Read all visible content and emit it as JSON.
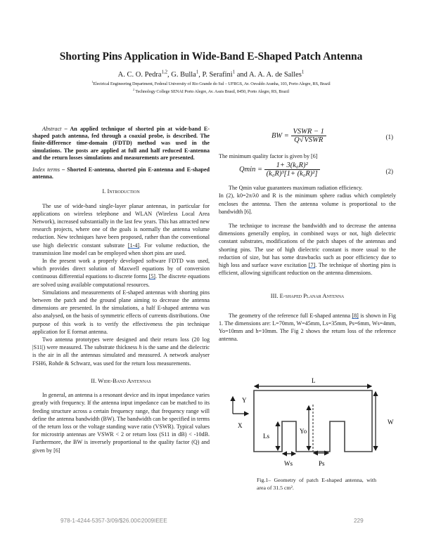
{
  "header": {
    "title": "Shorting Pins Application in Wide-Band E-Shaped Patch Antenna",
    "authors": [
      {
        "name": "A. C. O. Pedra",
        "sup": "1,2"
      },
      {
        "name": "G. Bulla",
        "sup": "1"
      },
      {
        "name": "P. Serafini",
        "sup": "1"
      },
      {
        "name": "A. A. A. de Salles",
        "sup": "1"
      }
    ],
    "authors_sep1": ", ",
    "authors_sep2": ", ",
    "authors_sep3": " and ",
    "affiliations": [
      {
        "sup": "1",
        "text": "Electrical Engineering Department, Federal University of Rio Grande do Sul – UFRGS, Av. Osvaldo Aranha, 103, Porto Alegre, RS, Brazil"
      },
      {
        "sup": "2",
        "text": "Technology College SENAI Porto Alegre, Av. Assis Brasil, 8450, Porto Alegre, RS, Brazil"
      }
    ]
  },
  "left_column": {
    "abstract_label": "Abstract",
    "abstract_text": " – An applied technique of shorted pin at wide-band E-shaped patch antenna, fed through a coaxial probe, is described. The finite-difference time-domain (FDTD) method was used in the simulations. The posts are applied at full and half reduced E-antenna and the return losses simulations and measurements are presented.",
    "index_label": "Index terms",
    "index_text": " – Shorted E-antenna, shorted pin E-antenna and E-shaped antenna.",
    "section1_title": "I. Introduction",
    "intro_p1_a": "The use of wide-band single-layer planar antennas, in particular for applications on wireless telephone and WLAN (Wireless Local Area Network), increased substantially in the last few years. This has attracted new research projects, where one of the goals is normally the antenna volume reduction. New techniques have been proposed, rather than the conventional use high dielectric constant substrate ",
    "intro_p1_ref": "[1-4]",
    "intro_p1_b": ". For volume reduction, the transmission line model can be employed when short pins are used.",
    "intro_p2_a": "In the present work a properly developed software FDTD was used, which provides direct solution of Maxwell equations by of conversion continuous differential equations to discrete forms ",
    "intro_p2_ref": "[5]",
    "intro_p2_b": ". The discrete equations are solved using available computational resources.",
    "intro_p3": "Simulations and measurements of E-shaped antennas with shorting pins between the patch and the ground plane aiming to decrease the antenna dimensions are presented. In the simulations, a half E-shaped antenna was also analysed, on the basis of symmetric effects of currents distributions. One purpose of  this work is to verify the effectiveness the pin technique application for E format antenna.",
    "intro_p4_a": "Two antenna prototypes were designed and their return loss (20 log ",
    "intro_p4_s11": "|S11|",
    "intro_p4_b": ") were measured. The substrate thickness ",
    "intro_p4_h": "h",
    "intro_p4_c": " is the same and the dielectric is the air in all the antennas simulated and measured. A network analyser FSH6, Rohde & Schwarz, was used for the return loss measurements.",
    "section2_title": "II. Wide-Band Antennas",
    "wb_p1": "In general, an antenna is a resonant device and its input impedance varies greatly with frequency. If the antenna input impedance can be matched to its feeding structure across a certain frequency range, that frequency range will define the antenna bandwidth (BW). The bandwidth can be specified in terms of the return loss or the voltage standing wave ratio (VSWR). Typical values for microstrip antennas are VSWR < 2 or return loss (S11 in dB) < -10dB. Furthermore, the BW is inversely proportional to the quality factor (Q) and given by [6]"
  },
  "right_column": {
    "eq1_lhs": "BW =",
    "eq1_num": "VSWR − 1",
    "eq1_den_q": "Q",
    "eq1_den_sqrt": "VSWR",
    "eq1_label": "(1)",
    "qmin_intro": "The minimum quality factor is given by [6]",
    "eq2_lhs": "Qmin =",
    "eq2_num": "1+ 3(k₀R)²",
    "eq2_den": "(k₀R)³[1+ (k₀R)²]",
    "eq2_label": "(2)",
    "qmin_note": "The Qmin value guarantees maximum radiation efficiency.",
    "p_k0": "In (2), k0=2π/λ0 and R is the minimum sphere radius which completely encloses the antenna. Then the antenna volume is proportional to the bandwidth [6].",
    "p_tech_a": "The technique to increase the bandwidth and to decrease the antenna dimensions generally employ, in combined ways or not, high dielectric constant substrates, modifications of the patch shapes of the antennas and  shorting pins. The use of high dielectric constant is more usual to the reduction of size, but has some drawbacks such as poor efficiency due to high loss and surface wave excitation ",
    "p_tech_ref": "[7]",
    "p_tech_b": ". The technique of shorting pins is efficient, allowing significant reduction on the antenna dimensions.",
    "section3_title": "III. E-shaped Planar Antenna",
    "geo_a": "The geometry of the reference full E-shaped antenna ",
    "geo_ref": "[8]",
    "geo_b": " is shown in Fig 1. The dimensions are: L=70mm, W=45mm, Ls=35mm, Ps=6mm, Ws=4mm, Yo=10mm and h=10mm. The Fig 2 shows the return loss of the reference antenna."
  },
  "figure": {
    "labels": {
      "L": "L",
      "W": "W",
      "Y": "Y",
      "X": "X",
      "Ls": "Ls",
      "Yo": "Yo",
      "Ws": "Ws",
      "Ps": "Ps"
    },
    "caption": "Fig.1–  Geometry of patch E-shaped antenna, with area of 31.5 cm²."
  },
  "footer": {
    "isbn": "978-1-4244-5357-3/09/$26.00©2009IEEE",
    "page": "229"
  }
}
